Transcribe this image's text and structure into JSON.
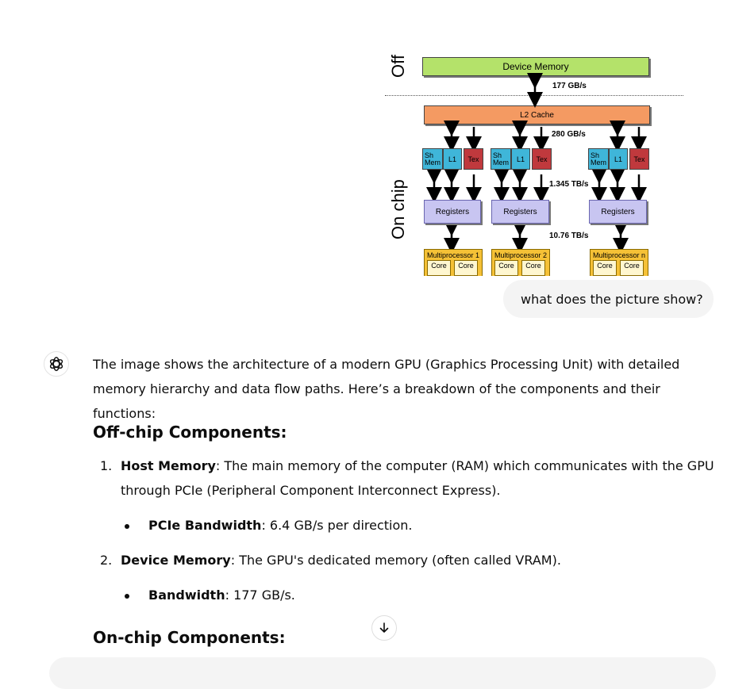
{
  "diagram": {
    "off_label": "Off",
    "on_label": "On chip",
    "device_memory": "Device Memory",
    "l2_cache": "L2 Cache",
    "bw_177": "177 GB/s",
    "bw_280": "280 GB/s",
    "bw_1345": "1.345 TB/s",
    "bw_1076": "10.76 TB/s",
    "groups": [
      {
        "sh_top": "Sh",
        "sh_bottom": "Mem",
        "l1": "L1",
        "tex": "Tex",
        "registers": "Registers",
        "mp": "Multiprocessor 1",
        "core_a": "Core",
        "core_b": "Core"
      },
      {
        "sh_top": "Sh",
        "sh_bottom": "Mem",
        "l1": "L1",
        "tex": "Tex",
        "registers": "Registers",
        "mp": "Multiprocessor 2",
        "core_a": "Core",
        "core_b": "Core"
      },
      {
        "sh_top": "Sh",
        "sh_bottom": "Mem",
        "l1": "L1",
        "tex": "Tex",
        "registers": "Registers",
        "mp": "Multiprocessor n",
        "core_a": "Core",
        "core_b": "Core"
      }
    ]
  },
  "user": {
    "message": "what does the picture show?"
  },
  "assistant": {
    "avatar_icon": "chatgpt-logo-icon",
    "intro": "The image shows the architecture of a modern GPU (Graphics Processing Unit) with detailed memory hierarchy and data flow paths. Here’s a breakdown of the components and their functions:",
    "off_heading": "Off-chip Components:",
    "items": [
      {
        "num": "1.",
        "bold": "Host Memory",
        "rest": ": The main memory of the computer (RAM) which communicates with the GPU through PCIe (Peripheral Component Interconnect Express).",
        "sub_bold": "PCIe Bandwidth",
        "sub_rest": ": 6.4 GB/s per direction."
      },
      {
        "num": "2.",
        "bold": "Device Memory",
        "rest": ": The GPU's dedicated memory (often called VRAM).",
        "sub_bold": "Bandwidth",
        "sub_rest": ": 177 GB/s."
      }
    ],
    "on_heading": "On-chip Components:"
  },
  "scroll_icon": "arrow-down-icon"
}
